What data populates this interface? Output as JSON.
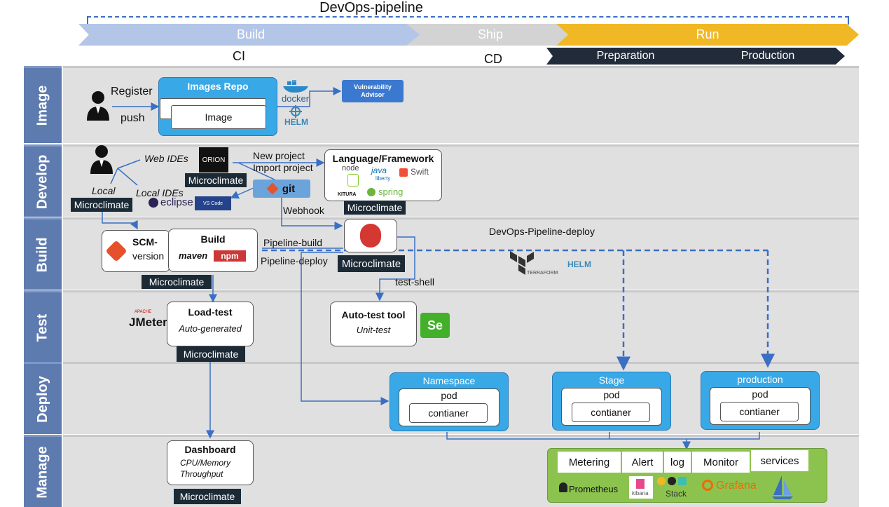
{
  "title": "DevOps-pipeline",
  "phases": {
    "build": "Build",
    "ship": "Ship",
    "run": "Run",
    "ci": "CI",
    "cd": "CD",
    "preparation": "Preparation",
    "production": "Production"
  },
  "lanes": [
    "Image",
    "Develop",
    "Build",
    "Test",
    "Deploy",
    "Manage"
  ],
  "image_lane": {
    "register": "Register",
    "push": "push",
    "repo_title": "Images Repo",
    "image": "Image",
    "docker": "docker",
    "helm": "HELM",
    "vuln": "Vulnerability Advisor"
  },
  "develop_lane": {
    "web_ides": "Web IDEs",
    "local": "Local",
    "local_ides": "Local IDEs",
    "eclipse": "eclipse",
    "vscode": "VS Code",
    "orion": "ORION",
    "new_project": "New project",
    "import_project": "Import project",
    "git": "git",
    "webhook": "Webhook",
    "lang_title": "Language/Framework",
    "node": "node",
    "java": "java",
    "liberty": "liberty",
    "swift": "Swift",
    "kitura": "KITURA",
    "spring": "spring"
  },
  "build_lane": {
    "scm": "SCM-",
    "version": "version",
    "build": "Build",
    "maven": "maven",
    "npm": "npm",
    "pipeline_build": "Pipeline-build",
    "pipeline_deploy": "Pipeline-deploy",
    "devops_deploy": "DevOps-Pipeline-deploy",
    "terraform": "TERRAFORM",
    "helm": "HELM",
    "test_shell": "test-shell"
  },
  "test_lane": {
    "jmeter_apache": "APACHE",
    "jmeter": "JMeter",
    "load_test": "Load-test",
    "auto_generated": "Auto-generated",
    "auto_test": "Auto-test tool",
    "unit_test": "Unit-test",
    "se": "Se"
  },
  "deploy_lane": {
    "namespace": "Namespace",
    "stage": "Stage",
    "production": "production",
    "pod": "pod",
    "container": "contianer"
  },
  "manage_lane": {
    "dashboard": "Dashboard",
    "cpu": "CPU/Memory",
    "throughput": "Throughput",
    "metering": "Metering",
    "alert": "Alert",
    "log": "log",
    "monitor": "Monitor",
    "services": "services",
    "prometheus": "Prometheus",
    "kibana": "kibana",
    "stack": "Stack",
    "grafana": "Grafana"
  },
  "microclimate": "Microclimate",
  "colors": {
    "lane_label": "#5e7bb0",
    "blue_box": "#39a8e6",
    "arrow": "#3a6fc4",
    "dark_tag": "#1c2a36",
    "build_phase": "#b3c6e7",
    "run_phase": "#f0b824"
  }
}
